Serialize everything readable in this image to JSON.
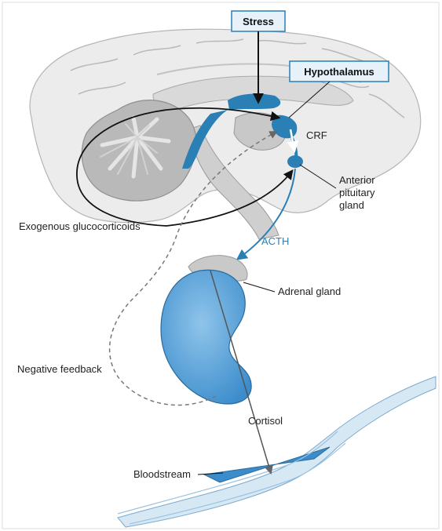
{
  "labels": {
    "stress": "Stress",
    "hypothalamus": "Hypothalamus",
    "crf": "CRF",
    "anterior_pituitary_line1": "Anterior",
    "anterior_pituitary_line2": "pituitary",
    "anterior_pituitary_line3": "gland",
    "exogenous": "Exogenous glucocorticoids",
    "acth": "ACTH",
    "adrenal": "Adrenal gland",
    "negative_feedback": "Negative feedback",
    "cortisol": "Cortisol",
    "bloodstream": "Bloodstream"
  },
  "colors": {
    "blue": "#2a7fb5",
    "adrenal_fill": "#5aa5dc",
    "brain_light": "#ececec",
    "brain_mid": "#cfcfcf",
    "brain_dark": "#9a9a9a",
    "box_bg": "#e6f1f9",
    "box_border": "#2a7fb5",
    "vessel_fill": "#bcd8ee"
  }
}
